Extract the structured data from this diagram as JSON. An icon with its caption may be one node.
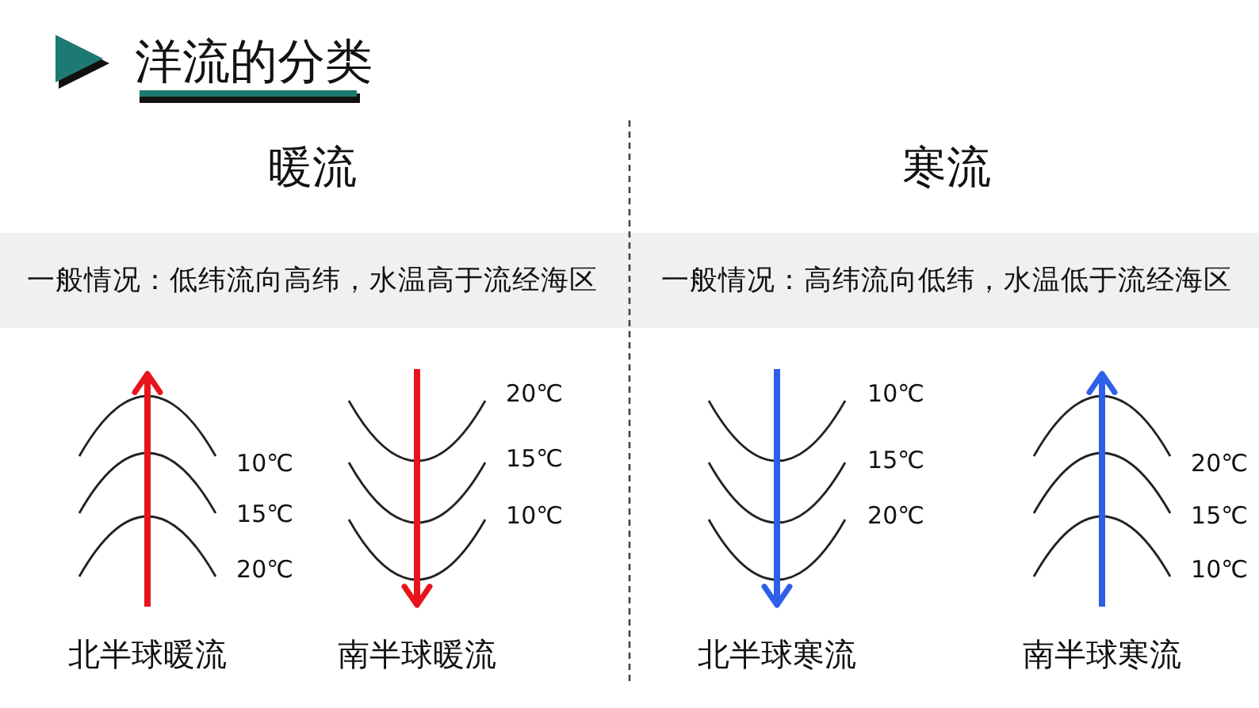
{
  "diagram": {
    "title": "洋流的分类",
    "labels": [
      "暖流",
      "寒流",
      "一般情况：低纬流向高纬，水温高于流经海区",
      "一般情况：高纬流向低纬，水温低于流经海区",
      "10℃",
      "15℃",
      "20℃",
      "20℃",
      "15℃",
      "10℃",
      "10℃",
      "15℃",
      "20℃",
      "20℃",
      "15℃",
      "10℃",
      "北半球暖流",
      "南半球暖流",
      "北半球寒流",
      "南半球寒流"
    ]
  }
}
